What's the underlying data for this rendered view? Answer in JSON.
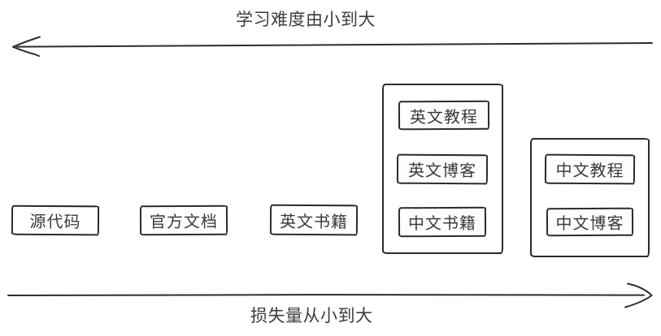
{
  "diagram": {
    "title": "",
    "top_axis": {
      "label": "学习难度由小到大",
      "arrow_direction": "left"
    },
    "bottom_axis": {
      "label": "损失量从小到大",
      "arrow_direction": "right"
    },
    "nodes": [
      {
        "label": "源代码"
      },
      {
        "label": "官方文档"
      },
      {
        "label": "英文书籍"
      }
    ],
    "groups": [
      {
        "items": [
          {
            "label": "英文教程"
          },
          {
            "label": "英文博客"
          },
          {
            "label": "中文书籍"
          }
        ]
      },
      {
        "items": [
          {
            "label": "中文教程"
          },
          {
            "label": "中文博客"
          }
        ]
      }
    ],
    "colors": {
      "ink": "#2d2d2d",
      "box_border": "#2b2b2b",
      "text": "#3a3a3a",
      "background": "#ffffff"
    }
  }
}
